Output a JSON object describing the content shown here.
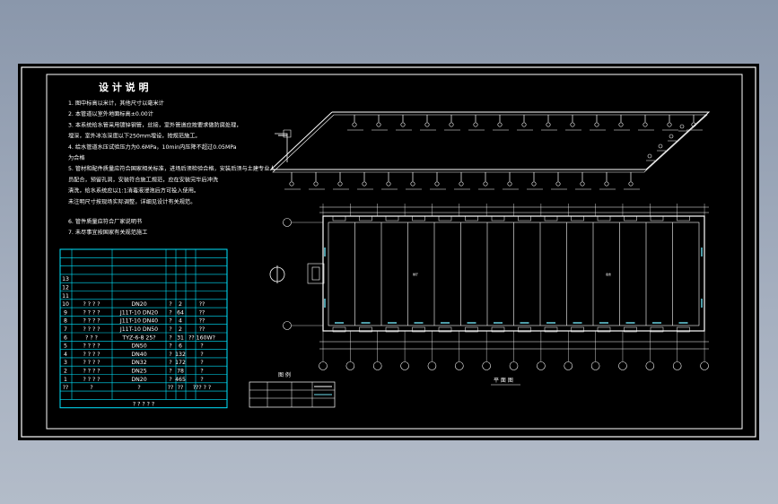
{
  "colors": {
    "frame": "#ffffff",
    "table": "#00e5ff",
    "cyan_marks": "#6fe0f0",
    "background": "#000000"
  },
  "notes": {
    "title": "设 计 说 明",
    "items": [
      "1. 图中标高以米计，其他尺寸以毫米计",
      "2. 本管道以室外地面标高±0.00计",
      "3. 本系统给水管采用镀锌钢管，丝接，室外管道应按要求做防腐处理，",
      "   埋深，室外冰冻深度以下250mm埋设，按规范施工。",
      "4. 给水管道水压试验压力为0.6MPa，10min内压降不超过0.05MPa",
      "   为合格",
      "5. 管材和配件质量应符合国家相关标准，进场后须检验合格，安装后须与土建专业人",
      "   员配合，预留孔洞，安装符合施工规范，应在安装完毕后冲洗",
      "   清洗，给水系统应以1:1消毒液浸泡后方可投入使用。",
      "   未注明尺寸按现场实际调整，详细见设计有关规范。",
      "6. 管件质量应符合厂家说明书",
      "7. 未尽事宜按国家有关规范施工"
    ]
  },
  "table": {
    "rows": [
      {
        "no": "13",
        "name": "",
        "spec": "",
        "unit": "",
        "qty": "",
        "remark": ""
      },
      {
        "no": "12",
        "name": "",
        "spec": "",
        "unit": "",
        "qty": "",
        "remark": ""
      },
      {
        "no": "11",
        "name": "",
        "spec": "",
        "unit": "",
        "qty": "",
        "remark": ""
      },
      {
        "no": "10",
        "name": "? ? ? ?",
        "spec": "DN20",
        "unit": "?",
        "qty": "2",
        "remark": "??"
      },
      {
        "no": "9",
        "name": "? ? ? ?",
        "spec": "J11T-10 DN20",
        "unit": "?",
        "qty": "64",
        "remark": "??"
      },
      {
        "no": "8",
        "name": "? ? ? ?",
        "spec": "J11T-10 DN40",
        "unit": "?",
        "qty": "4",
        "remark": "??"
      },
      {
        "no": "7",
        "name": "? ? ? ?",
        "spec": "J11T-10 DN50",
        "unit": "?",
        "qty": "2",
        "remark": "??"
      },
      {
        "no": "6",
        "name": "? ? ?",
        "spec": "TYZ-6-8 25?",
        "unit": "?",
        "qty": "31",
        "remark": "?? 160W?"
      },
      {
        "no": "5",
        "name": "? ? ? ?",
        "spec": "DN50",
        "unit": "?",
        "qty": "6",
        "remark": "?"
      },
      {
        "no": "4",
        "name": "? ? ? ?",
        "spec": "DN40",
        "unit": "?",
        "qty": "132",
        "remark": "?"
      },
      {
        "no": "3",
        "name": "? ? ? ?",
        "spec": "DN32",
        "unit": "?",
        "qty": "172",
        "remark": "?"
      },
      {
        "no": "2",
        "name": "? ? ? ?",
        "spec": "DN25",
        "unit": "?",
        "qty": "78",
        "remark": "?"
      },
      {
        "no": "1",
        "name": "? ? ? ?",
        "spec": "DN20",
        "unit": "?",
        "qty": "465",
        "remark": "?"
      }
    ],
    "header": {
      "no": "??",
      "name": "?",
      "spec": "?",
      "unit": "??",
      "qty": "??",
      "remark": "??? ? ?"
    },
    "footer": "? ? ? ? ?"
  },
  "legend": {
    "title": "图 例"
  },
  "plan": {
    "title": "平 面 图",
    "room_left": "餐厅",
    "room_right": "宿舍"
  }
}
